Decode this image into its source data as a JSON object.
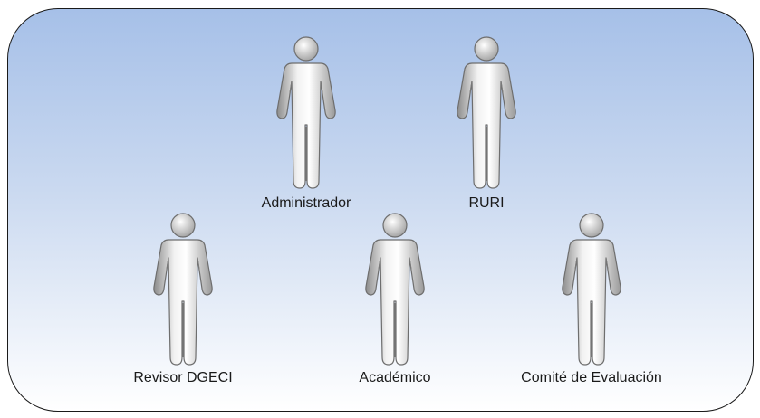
{
  "diagram": {
    "actors": [
      {
        "id": "administrador",
        "label": "Administrador"
      },
      {
        "id": "ruri",
        "label": "RURI"
      },
      {
        "id": "revisor-dgeci",
        "label": "Revisor DGECI"
      },
      {
        "id": "academico",
        "label": "Académico"
      },
      {
        "id": "comite-evaluacion",
        "label": "Comité de Evaluación"
      }
    ]
  }
}
